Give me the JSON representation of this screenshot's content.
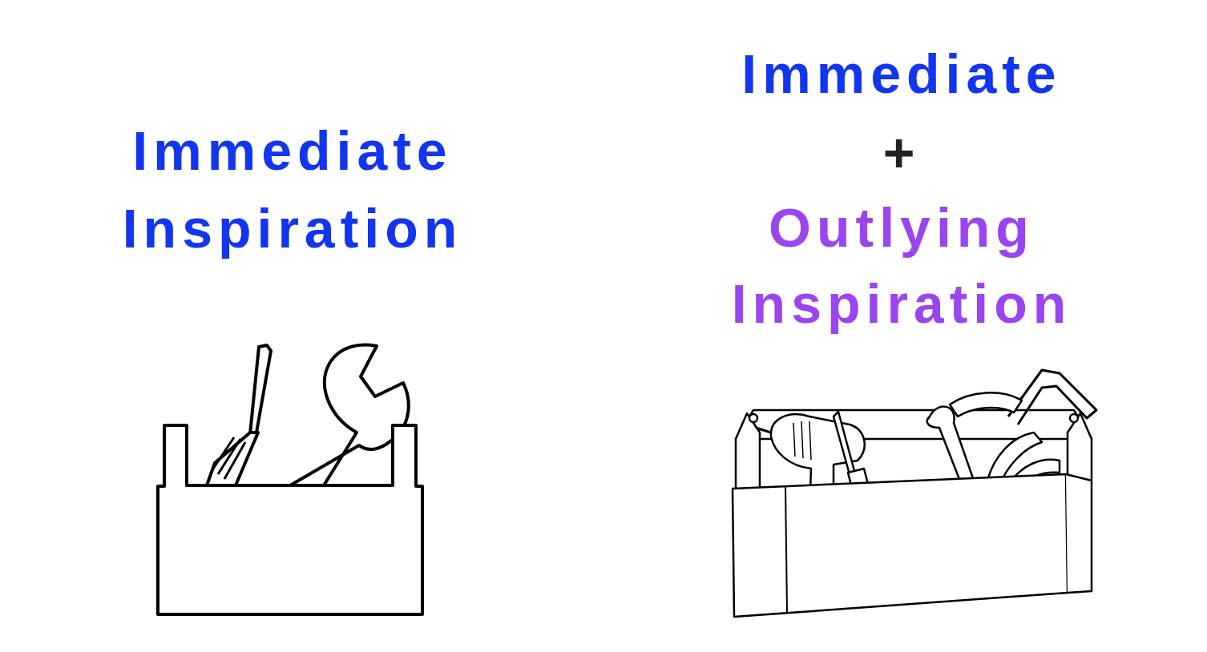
{
  "diagram": {
    "labels": [
      "Immediate Inspiration",
      "Immediate",
      "+",
      "Outlying Inspiration"
    ]
  }
}
